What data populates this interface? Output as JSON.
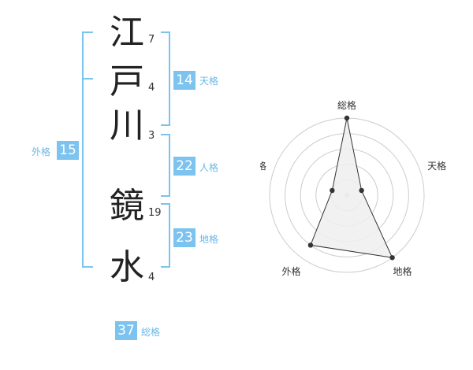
{
  "name": {
    "chars": [
      {
        "char": "江",
        "strokes": "7"
      },
      {
        "char": "戸",
        "strokes": "4"
      },
      {
        "char": "川",
        "strokes": "3"
      },
      {
        "char": "鏡",
        "strokes": "19"
      },
      {
        "char": "水",
        "strokes": "4"
      }
    ]
  },
  "kakusu": {
    "tenkaku": {
      "value": "14",
      "label": "天格"
    },
    "jinkaku": {
      "value": "22",
      "label": "人格"
    },
    "chikaku": {
      "value": "23",
      "label": "地格"
    },
    "gaikaku": {
      "value": "15",
      "label": "外格"
    },
    "soukaku": {
      "value": "37",
      "label": "総格"
    }
  },
  "radar": {
    "axes": [
      "総格",
      "天格",
      "地格",
      "外格",
      "人格"
    ],
    "values": [
      5,
      1,
      5,
      4,
      1
    ],
    "max": 5,
    "rings": 5,
    "colors": {
      "ring": "#cccccc",
      "fill": "#eeeeee",
      "stroke": "#333333",
      "point": "#333333"
    }
  },
  "colors": {
    "accent": "#7cc3ef"
  }
}
